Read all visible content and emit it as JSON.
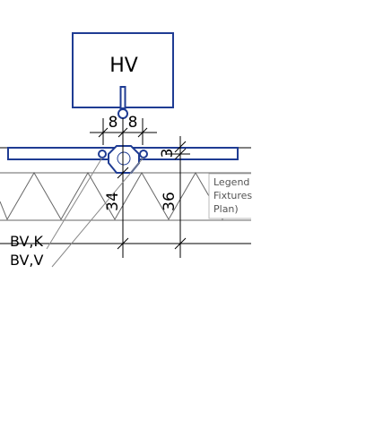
{
  "equipment_label": "HV",
  "dimensions": {
    "left_offset": "8",
    "right_offset": "8",
    "top_offset": "3",
    "inner_height": "34",
    "outer_height": "36"
  },
  "pipe_labels": [
    "BV,K",
    "BV,V"
  ],
  "tooltip_lines": [
    "Legend",
    "Fixtures",
    "Plan)"
  ],
  "colors": {
    "equipment_stroke": "#1f3c93",
    "line": "#000000",
    "hatch": "#666666",
    "tooltip_border": "#bbbbbb",
    "tooltip_text": "#555555"
  }
}
